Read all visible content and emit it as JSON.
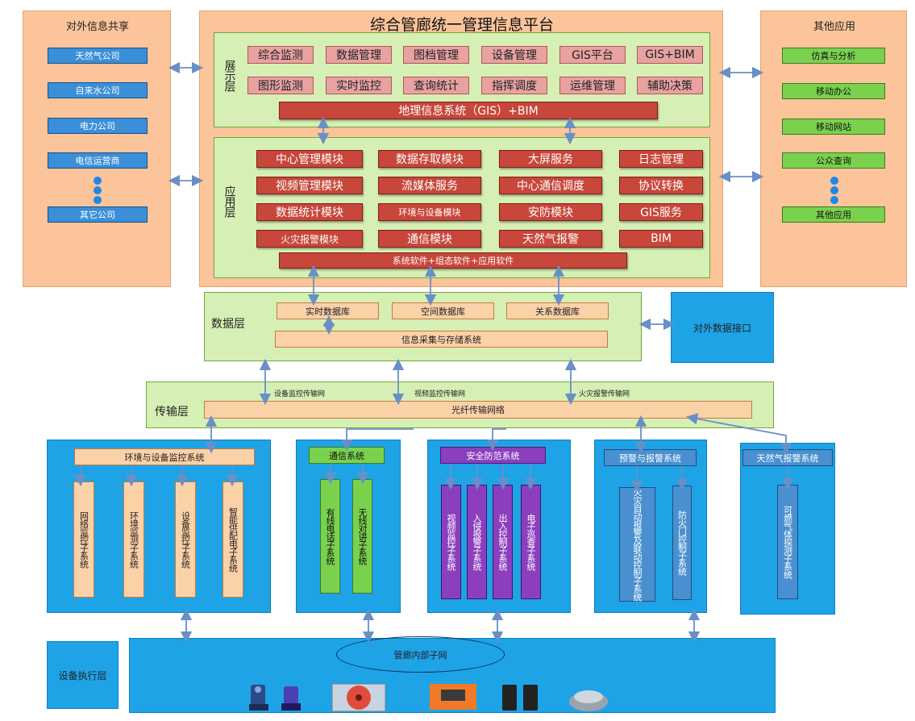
{
  "platform_title": "综合管廊统一管理信息平台",
  "left_panel": {
    "title": "对外信息共享",
    "items": [
      "天然气公司",
      "自来水公司",
      "电力公司",
      "电信运营商",
      "其它公司"
    ]
  },
  "right_panel": {
    "title": "其他应用",
    "items": [
      "仿真与分析",
      "移动办公",
      "移动网站",
      "公众查询",
      "其他应用"
    ]
  },
  "display_layer": {
    "label": "展示层",
    "row1": [
      "综合监测",
      "数据管理",
      "图档管理",
      "设备管理",
      "GIS平台",
      "GIS+BIM"
    ],
    "row2": [
      "图形监测",
      "实时监控",
      "查询统计",
      "指挥调度",
      "运维管理",
      "辅助决策"
    ],
    "bar": "地理信息系统（GIS）+BIM"
  },
  "application_layer": {
    "label": "应用层",
    "col1": [
      "中心管理模块",
      "视频管理模块",
      "数据统计模块",
      "火灾报警模块"
    ],
    "col2": [
      "数据存取模块",
      "流媒体服务",
      "环境与设备模块",
      "通信模块"
    ],
    "col3": [
      "大屏服务",
      "中心通信调度",
      "安防模块",
      "天然气报警"
    ],
    "col4": [
      "日志管理",
      "协议转换",
      "GIS服务",
      "BIM"
    ],
    "bar": "系统软件+组态软件+应用软件"
  },
  "data_layer": {
    "label": "数据层",
    "dbs": [
      "实时数据库",
      "空间数据库",
      "关系数据库"
    ],
    "bar": "信息采集与存储系统",
    "interface": "对外数据接口"
  },
  "transport_layer": {
    "label": "传输层",
    "nets": [
      "设备监控传输网",
      "视频监控传输网",
      "火灾报警传输网"
    ],
    "bar": "光纤传输网络"
  },
  "subsystems": [
    {
      "title": "环境与设备监控系统",
      "items": [
        "网络监控子系统",
        "环境监测子系统",
        "设备监控子系统",
        "智能供配电子系统"
      ]
    },
    {
      "title": "通信系统",
      "items": [
        "有线电话子系统",
        "无线对讲子系统"
      ]
    },
    {
      "title": "安全防范系统",
      "items": [
        "视频监控子系统",
        "入侵报警子系统",
        "出入控制子系统",
        "电子巡查子系统"
      ]
    },
    {
      "title": "预警与报警系统",
      "items": [
        "火灾自动报警及联动控制子系统",
        "防火门控制子系统"
      ]
    },
    {
      "title": "天然气报警系统",
      "items": [
        "可燃气体探测子系统"
      ]
    }
  ],
  "execution_layer": {
    "label": "设备执行层",
    "subnet": "管廊内部子网"
  },
  "colors": {
    "orange_panel": "#fbc49a",
    "green_panel": "#d6efb4",
    "blue_panel": "#1ea3e6",
    "red_box": "#c8463a",
    "pink_box": "#e8a2a2",
    "arrow": "#6a8fc7"
  }
}
